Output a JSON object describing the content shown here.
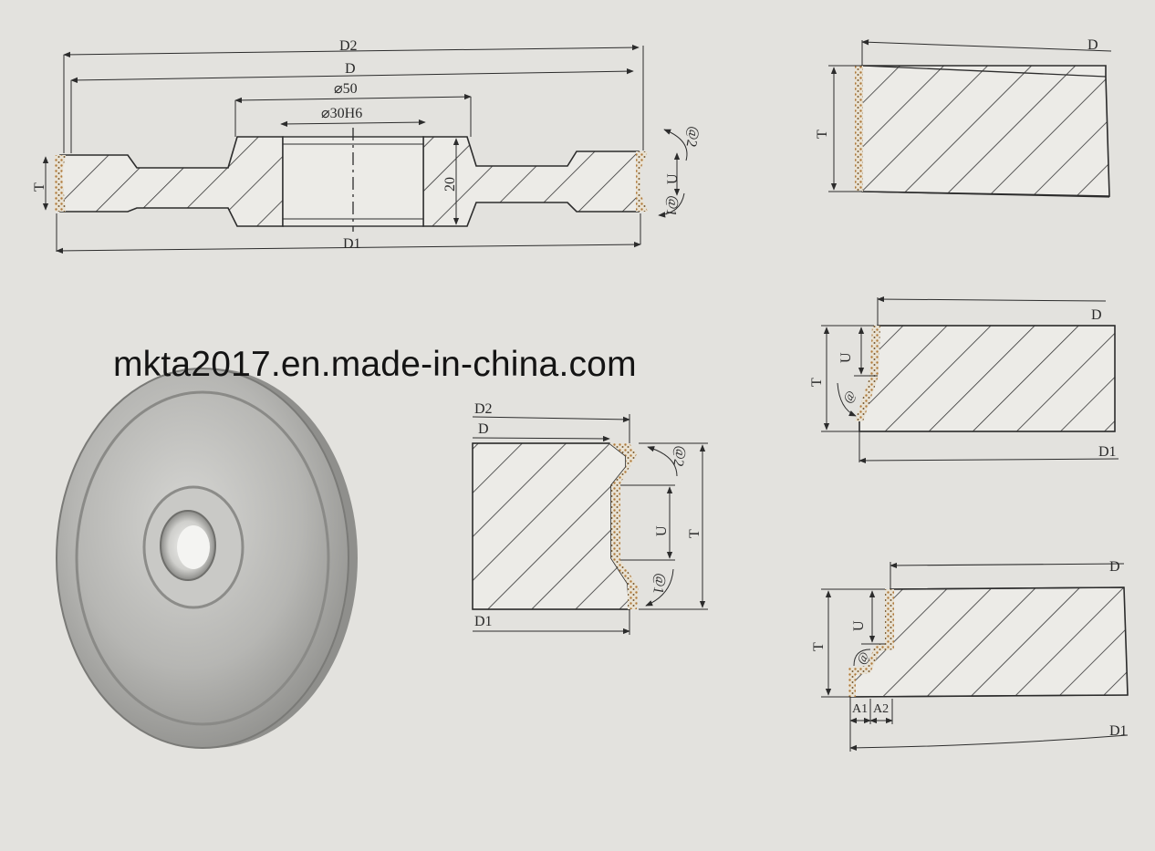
{
  "watermark": "mkta2017.en.made-in-china.com",
  "labels": {
    "d2": "D2",
    "d": "D",
    "d1": "D1",
    "t": "T",
    "u": "U",
    "dia50": "⌀50",
    "dia30": "⌀30H6",
    "h20": "20",
    "angle1": "@1",
    "angle2": "@2",
    "angle": "@",
    "a1": "A1",
    "a2": "A2"
  },
  "colors": {
    "background": "#e3e2de",
    "line": "#2c2c2c",
    "abrasive": "#b07a3a",
    "metal": "#b9b9b6"
  }
}
